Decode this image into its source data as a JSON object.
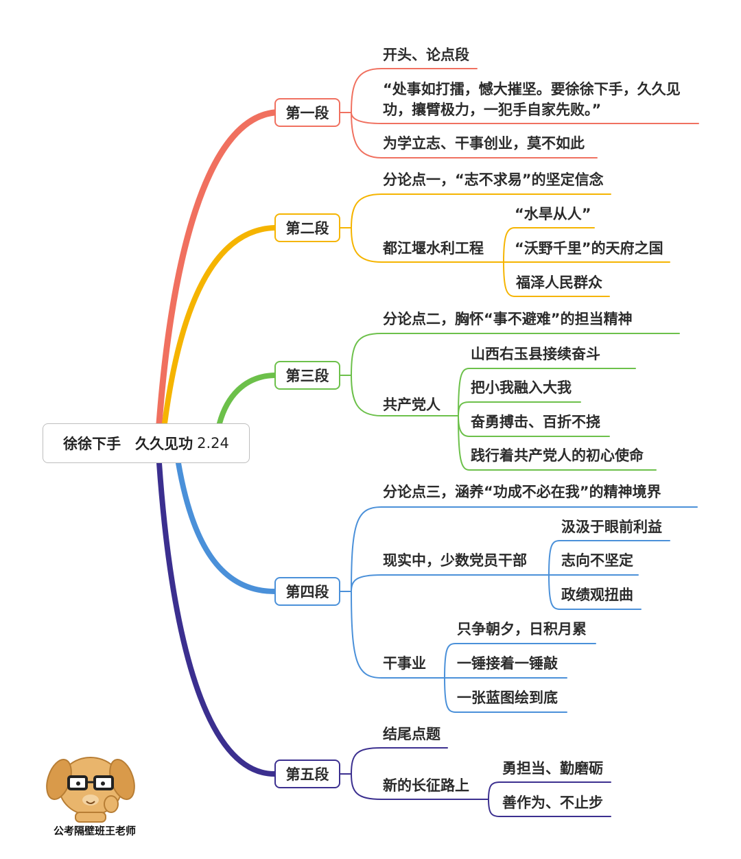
{
  "root": {
    "title": "徐徐下手　久久见功",
    "date": "2.24"
  },
  "colors": {
    "s1": "#f0705f",
    "s2": "#f5b400",
    "s3": "#6cc04a",
    "s4": "#4a90d9",
    "s5": "#3b2f8f",
    "root_border": "#bdbdbd"
  },
  "sections": [
    {
      "label": "第一段",
      "items": [
        {
          "text": "开头、论点段"
        },
        {
          "text": "“处事如打擂，憾大摧坚。要徐徐下手，久久见功，攘臂极力，一犯手自家先败。”"
        },
        {
          "text": "为学立志、干事创业，莫不如此"
        }
      ]
    },
    {
      "label": "第二段",
      "items": [
        {
          "text": "分论点一，“志不求易”的坚定信念"
        },
        {
          "text": "都江堰水利工程",
          "children": [
            "“水旱从人”",
            "“沃野千里”的天府之国",
            "福泽人民群众"
          ]
        }
      ]
    },
    {
      "label": "第三段",
      "items": [
        {
          "text": "分论点二，胸怀“事不避难”的担当精神"
        },
        {
          "text": "共产党人",
          "children": [
            "山西右玉县接续奋斗",
            "把小我融入大我",
            "奋勇搏击、百折不挠",
            "践行着共产党人的初心使命"
          ]
        }
      ]
    },
    {
      "label": "第四段",
      "items": [
        {
          "text": "分论点三，涵养“功成不必在我”的精神境界"
        },
        {
          "text": "现实中，少数党员干部",
          "children": [
            "汲汲于眼前利益",
            "志向不坚定",
            "政绩观扭曲"
          ]
        },
        {
          "text": "干事业",
          "children": [
            "只争朝夕，日积月累",
            "一锤接着一锤敲",
            "一张蓝图绘到底"
          ]
        }
      ]
    },
    {
      "label": "第五段",
      "items": [
        {
          "text": "结尾点题"
        },
        {
          "text": "新的长征路上",
          "children": [
            "勇担当、勤磨砺",
            "善作为、不止步"
          ]
        }
      ]
    }
  ],
  "watermark": {
    "caption": "公考隔壁班王老师",
    "icon": "cartoon-dog-with-glasses-icon"
  }
}
